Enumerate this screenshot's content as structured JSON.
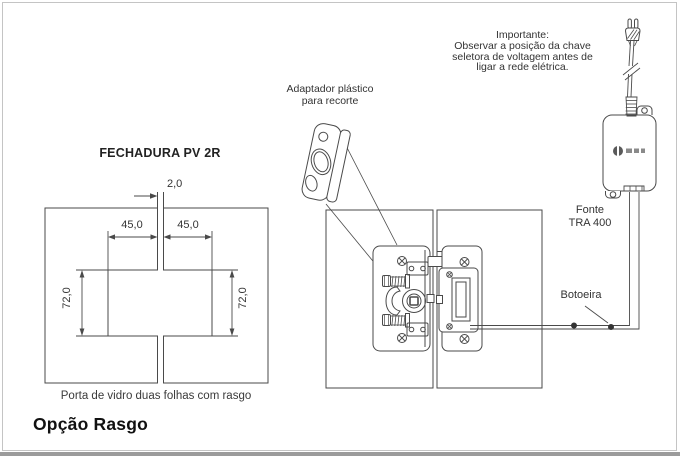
{
  "page": {
    "heading": "Opção Rasgo"
  },
  "left_diagram": {
    "title": "FECHADURA PV 2R",
    "caption": "Porta de vidro duas folhas com rasgo",
    "dimensions": {
      "gap": "2,0",
      "left_notch_width": "45,0",
      "right_notch_width": "45,0",
      "left_notch_height": "72,0",
      "right_notch_height": "72,0"
    }
  },
  "right_diagram": {
    "adapter_label_line1": "Adaptador plástico",
    "adapter_label_line2": "para recorte",
    "important_note": {
      "line1": "Importante:",
      "line2": "Observar a posição da chave",
      "line3": "seletora de voltagem antes de",
      "line4": "ligar a rede elétrica."
    },
    "power_supply_label_line1": "Fonte",
    "power_supply_label_line2": "TRA 400",
    "button_label": "Botoeira"
  },
  "colors": {
    "line": "#4a4a4a",
    "text": "#333333",
    "heading": "#111111",
    "border": "#c4c4c4"
  }
}
